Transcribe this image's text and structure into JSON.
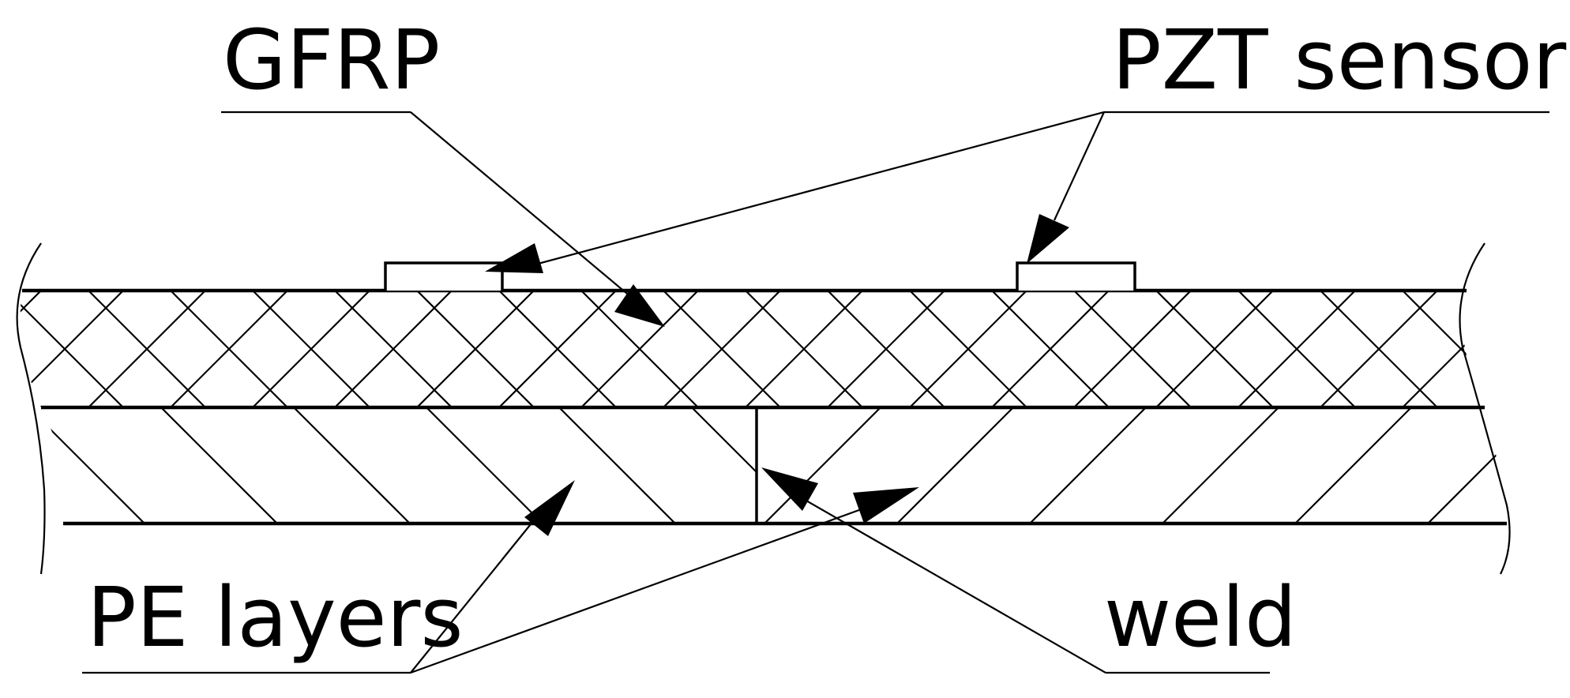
{
  "labels": {
    "gfrp": "GFRP",
    "pzt_sensors": "PZT sensors",
    "pe_layers": "PE layers",
    "weld": "weld"
  },
  "colors": {
    "ink": "#000000",
    "background": "#ffffff"
  }
}
